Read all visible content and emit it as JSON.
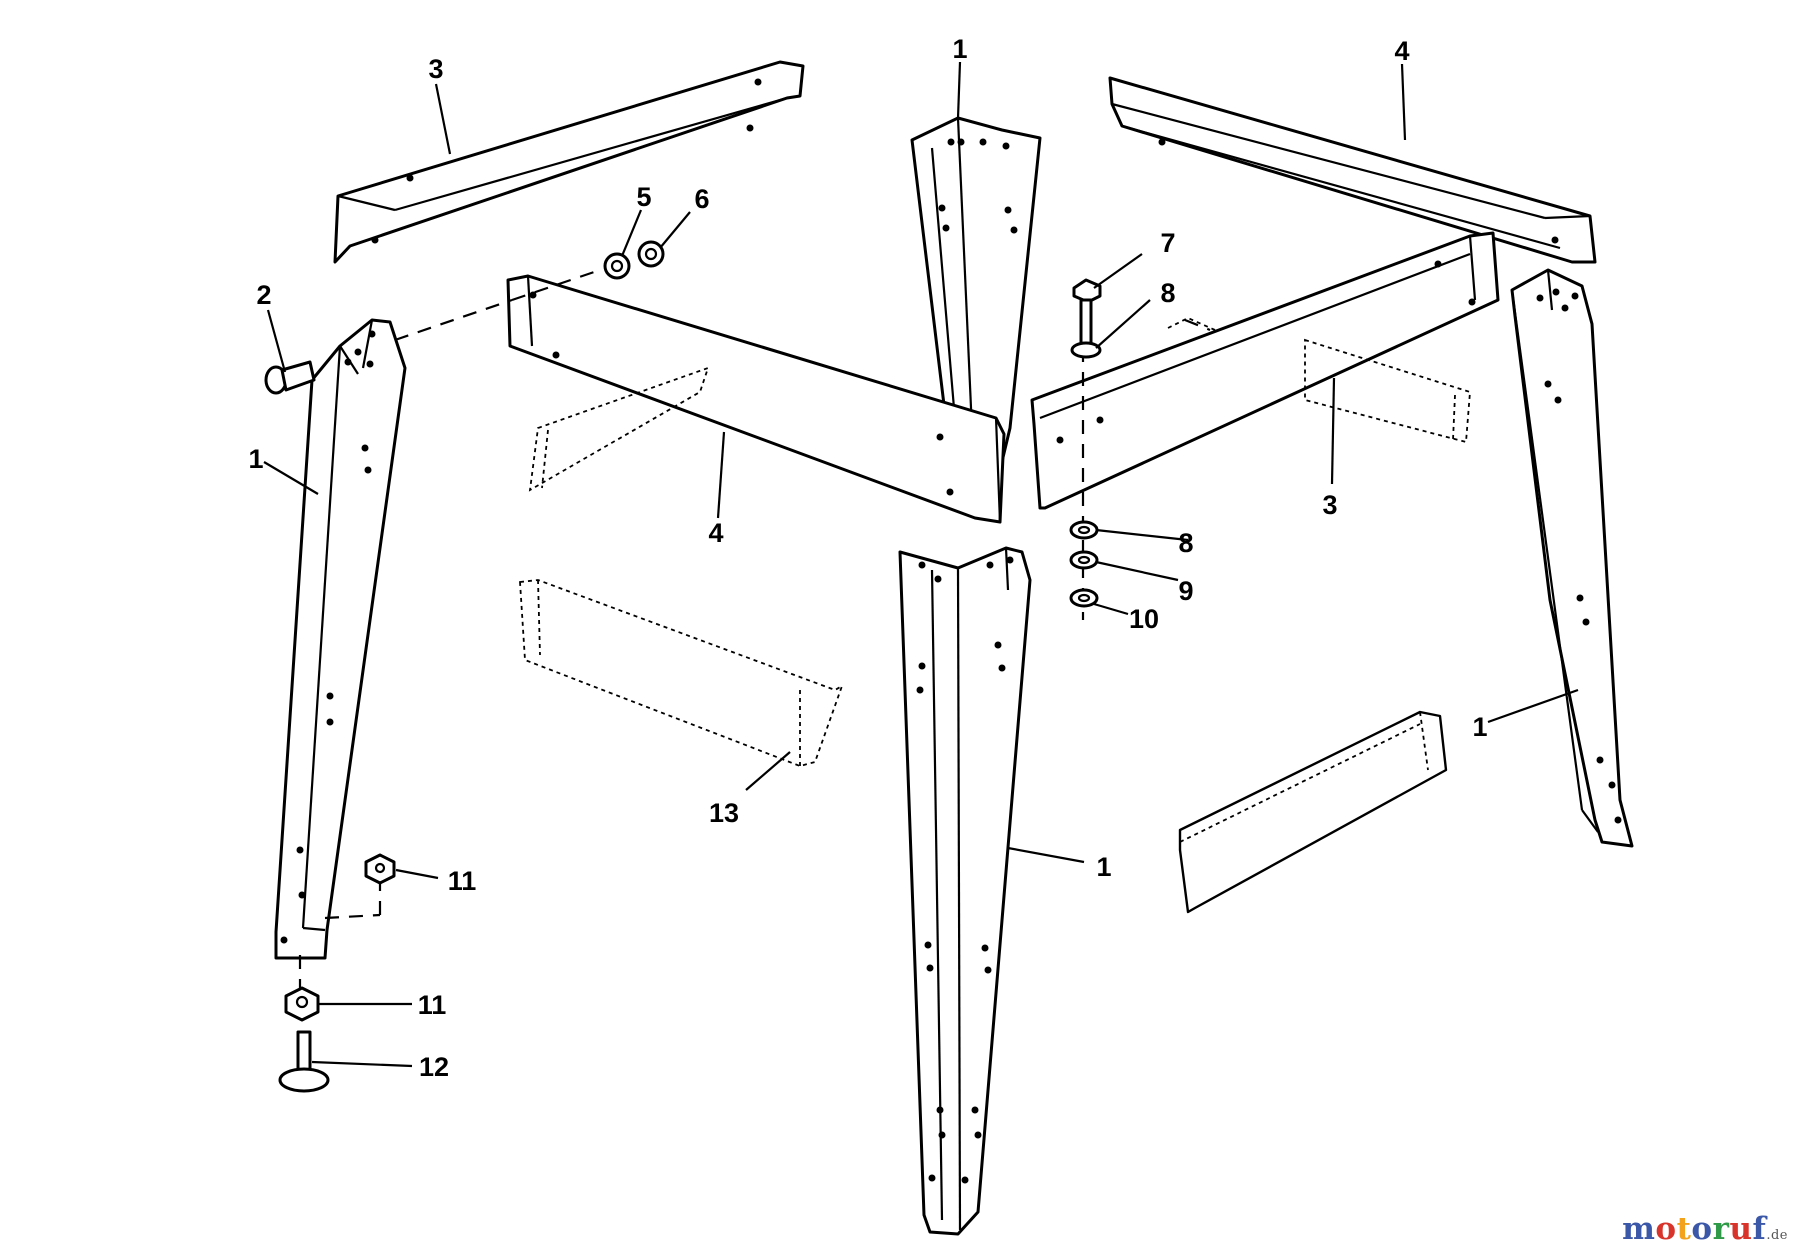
{
  "callouts": {
    "c1_top": "1",
    "c1_left": "1",
    "c1_center": "1",
    "c1_right": "1",
    "c2": "2",
    "c3_top_left": "3",
    "c3_right": "3",
    "c4_top_right": "4",
    "c4_center": "4",
    "c5": "5",
    "c6": "6",
    "c7": "7",
    "c8_upper": "8",
    "c8_lower": "8",
    "c9": "9",
    "c10": "10",
    "c11_upper": "11",
    "c11_lower": "11",
    "c12": "12",
    "c13": "13"
  },
  "watermark": {
    "letters": [
      "m",
      "o",
      "t",
      "o",
      "r",
      "u",
      "f"
    ],
    "colors": [
      "#3b57a8",
      "#d8342b",
      "#f2a31b",
      "#3b57a8",
      "#2f9a48",
      "#d8342b",
      "#3b57a8"
    ],
    "suffix": ".de"
  }
}
